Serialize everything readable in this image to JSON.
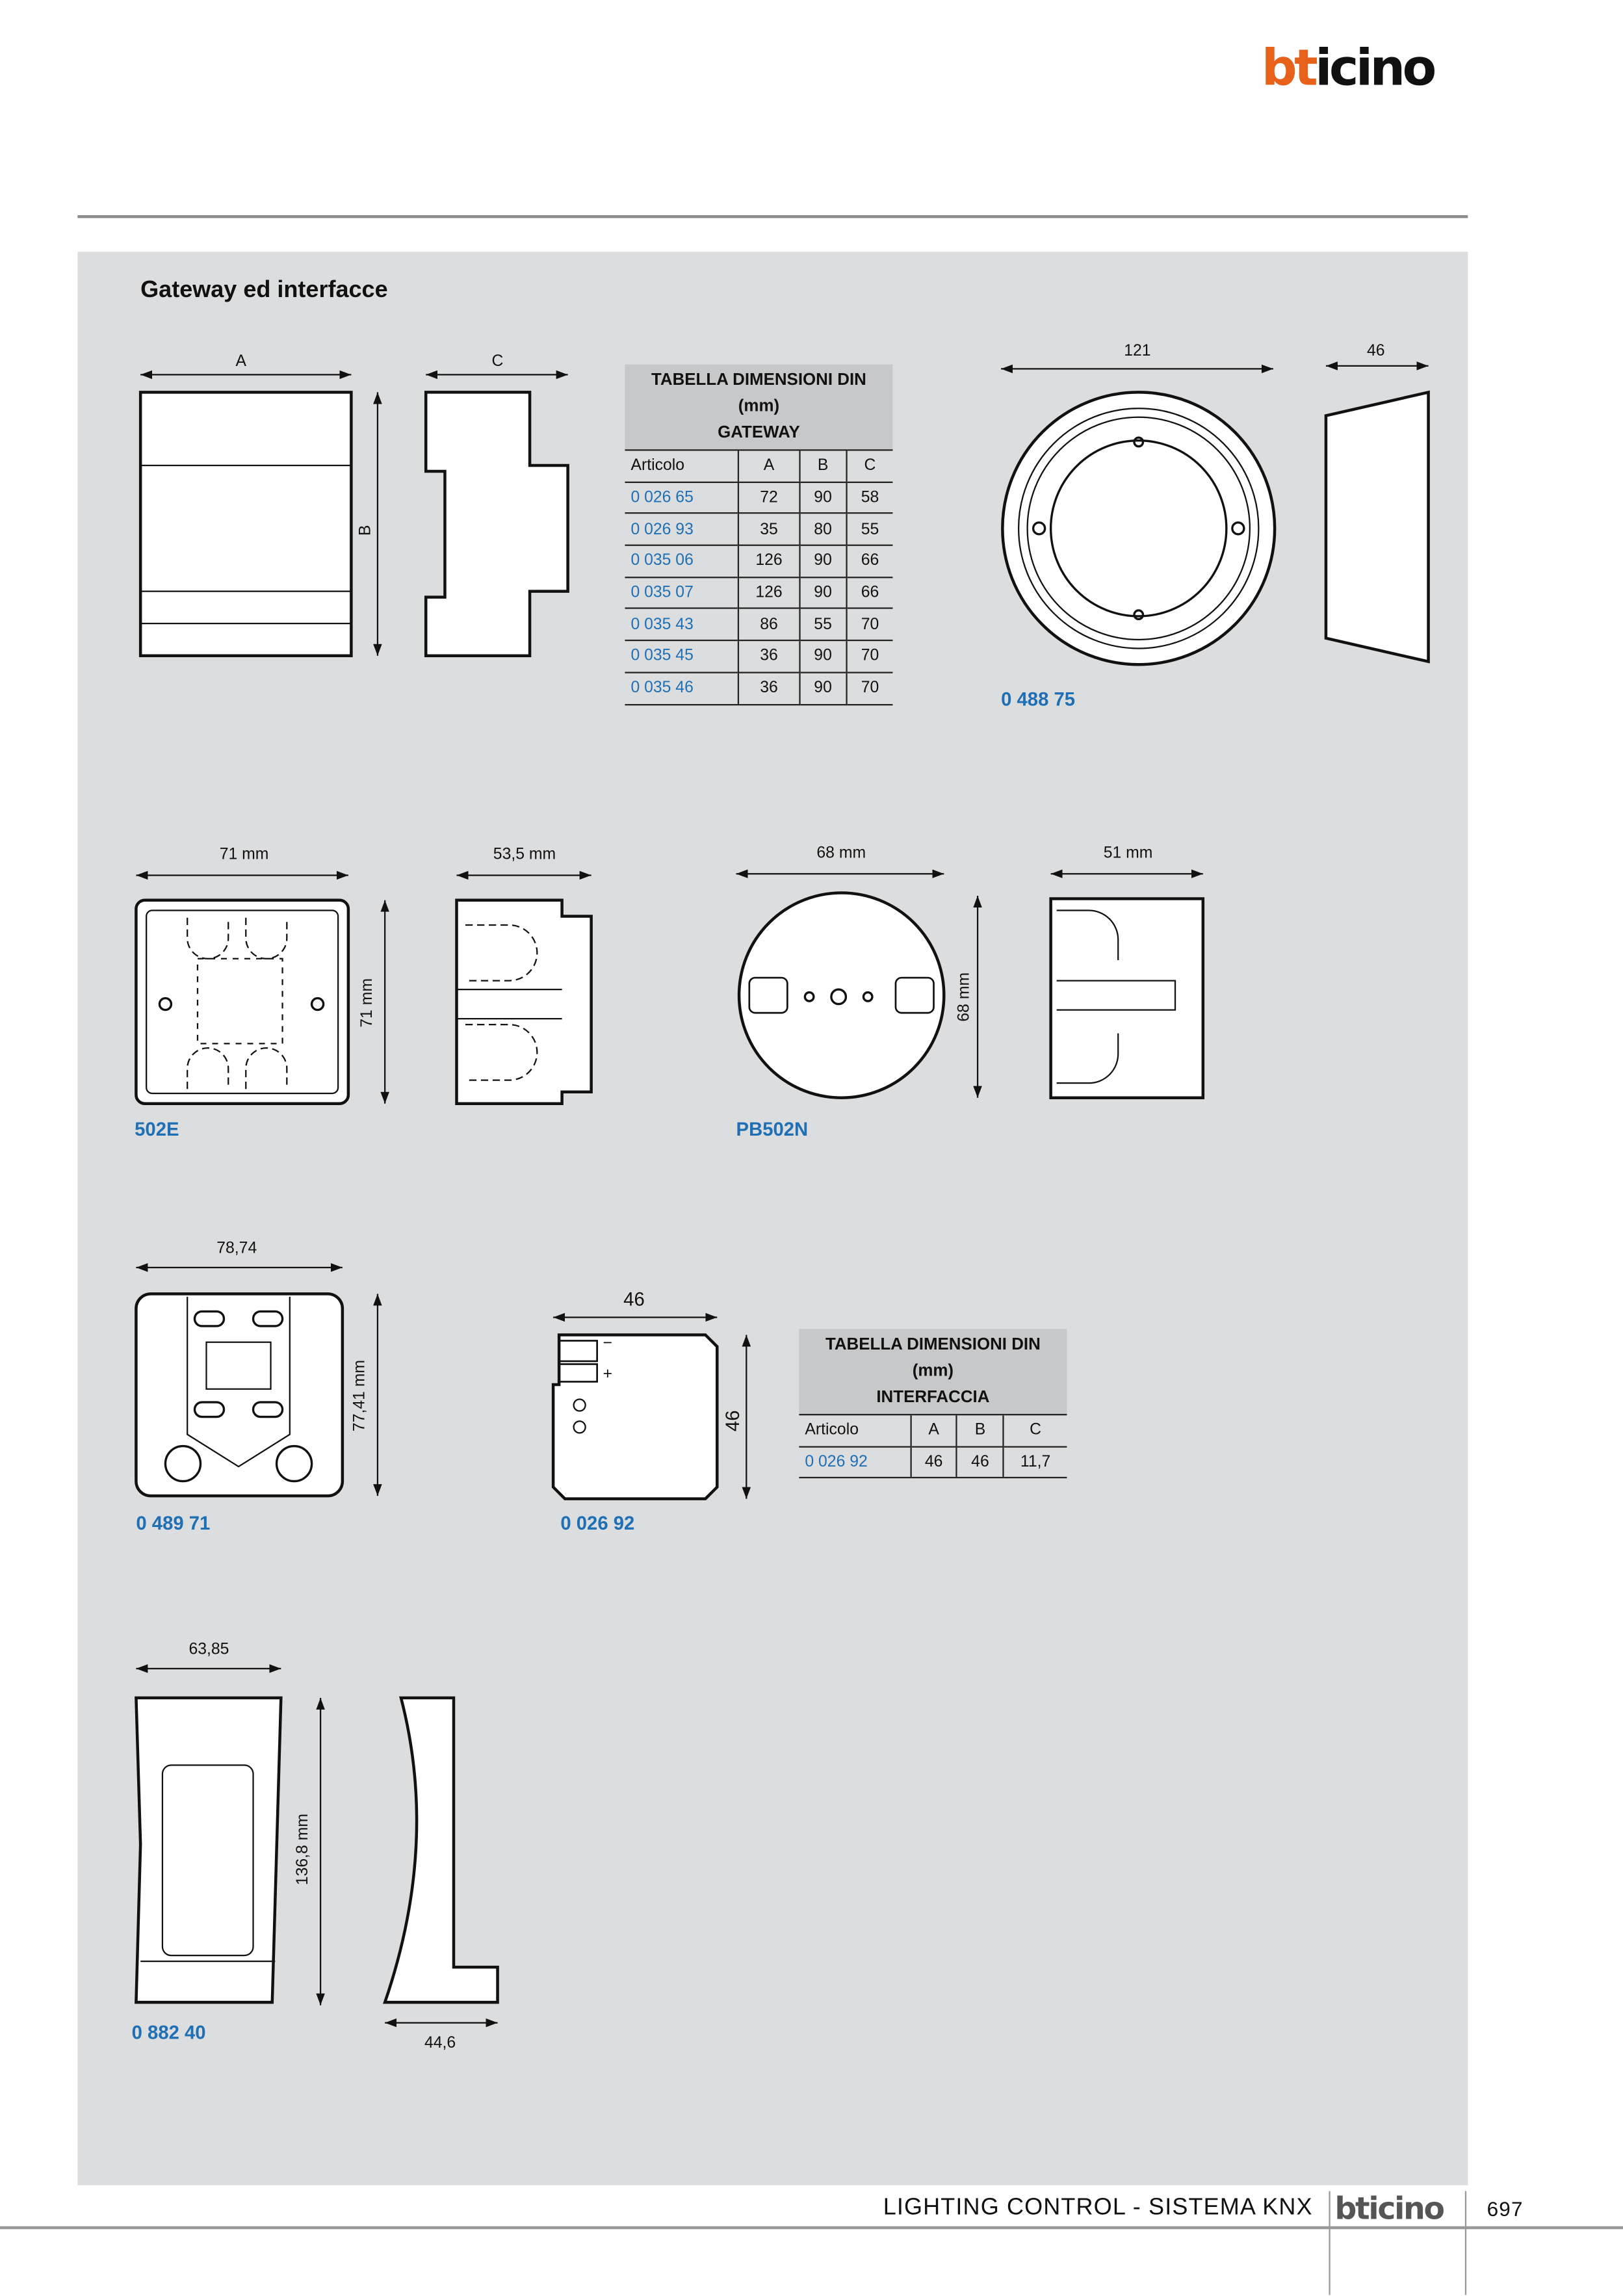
{
  "brand": {
    "logo_a": "bt",
    "logo_b": "icino",
    "accent": "#e8611a"
  },
  "section_title": "Gateway ed interfacce",
  "gateway_table": {
    "title": "TABELLA DIMENSIONI DIN (mm)",
    "subtitle": "GATEWAY",
    "headers": [
      "Articolo",
      "A",
      "B",
      "C"
    ],
    "rows": [
      [
        "0 026 65",
        "72",
        "90",
        "58"
      ],
      [
        "0 026 93",
        "35",
        "80",
        "55"
      ],
      [
        "0 035 06",
        "126",
        "90",
        "66"
      ],
      [
        "0 035 07",
        "126",
        "90",
        "66"
      ],
      [
        "0 035 43",
        "86",
        "55",
        "70"
      ],
      [
        "0 035 45",
        "36",
        "90",
        "70"
      ],
      [
        "0 035 46",
        "36",
        "90",
        "70"
      ]
    ]
  },
  "interface_table": {
    "title": "TABELLA DIMENSIONI DIN (mm)",
    "subtitle": "INTERFACCIA",
    "headers": [
      "Articolo",
      "A",
      "B",
      "C"
    ],
    "rows": [
      [
        "0 026 92",
        "46",
        "46",
        "11,7"
      ]
    ]
  },
  "drawings": {
    "din": {
      "a": "A",
      "b": "B",
      "c": "C"
    },
    "ring": {
      "code": "0 488 75",
      "width": "121",
      "depth": "46"
    },
    "box502e": {
      "code": "502E",
      "width": "71 mm",
      "height": "71 mm",
      "depth": "53,5 mm"
    },
    "pb502n": {
      "code": "PB502N",
      "width": "68 mm",
      "height": "68 mm",
      "depth": "51 mm"
    },
    "p48971": {
      "code": "0 489 71",
      "width": "78,74",
      "height": "77,41 mm"
    },
    "p02692": {
      "code": "0 026 92",
      "width": "46",
      "height": "46",
      "minus": "−",
      "plus": "+"
    },
    "p88240": {
      "code": "0 882 40",
      "width": "63,85",
      "height": "136,8 mm",
      "depth": "44,6"
    }
  },
  "footer": {
    "title": "LIGHTING CONTROL - SISTEMA KNX",
    "logo": "bticino",
    "page": "697"
  }
}
